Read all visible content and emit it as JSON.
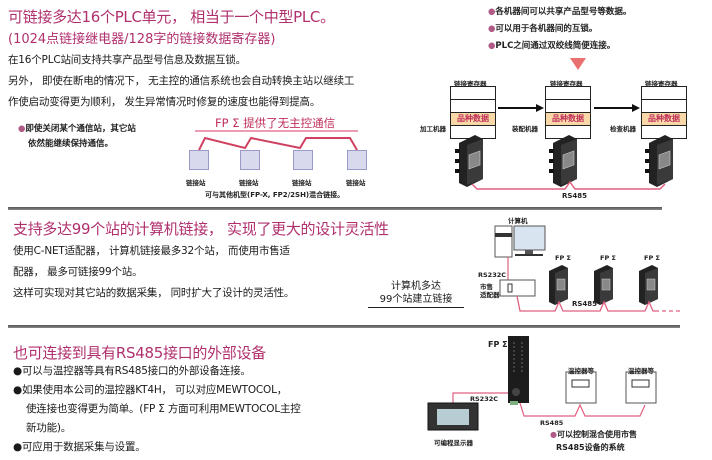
{
  "section1": {
    "title": "可链接多达16个PLC单元， 相当于一个中型PLC。",
    "subtitle": "(1024点链接继电器/128字的链接数据寄存器)",
    "paragraphs": [
      "在16个PLC站间支持共享产品型号信息及数据互锁。",
      "另外， 即使在断电的情况下， 无主控的通信系统也会自动转换主站以继续工",
      "作使启动变得更为顺利， 发生异常情况时修复的速度也能得到提高。"
    ],
    "bullets_right": [
      "各机器间可以共享产品型号等数据。",
      "可以用于各机器间的互锁。",
      "PLC之间通过双绞线简便连接。"
    ],
    "note_lines": [
      "即使关闭某个通信站，其它站",
      "依然能继续保持通信。"
    ],
    "diagram_title": "FP Σ 提供了无主控通信",
    "stations": [
      "链接站",
      "链接站",
      "链接站",
      "链接站"
    ],
    "mix_note": "可与其他机型(FP-X, FP2/2SH)混合链接。",
    "register_label": "链接寄存器",
    "register_data": "品种数据",
    "machines": [
      "加工机器",
      "装配机器",
      "检查机器"
    ],
    "bus_label": "RS485"
  },
  "section2": {
    "title": "支持多达99个站的计算机链接， 实现了更大的设计灵活性",
    "paragraphs": [
      "使用C-NET适配器， 计算机链接最多32个站， 而使用市售适",
      "配器， 最多可链接99个站。",
      "这样可实现对其它站的数据采集， 同时扩大了设计的灵活性。"
    ],
    "callout": [
      "计算机多达",
      "99个站建立链接"
    ],
    "computer_label": "计算机",
    "rs232c_label": "RS232C",
    "adapter_label": [
      "市售",
      "适配器"
    ],
    "plc_labels": [
      "FP Σ",
      "FP Σ",
      "FP Σ"
    ],
    "bus_label": "RS485"
  },
  "section3": {
    "title": "也可连接到具有RS485接口的外部设备",
    "bullets": [
      {
        "lines": [
          "可以与温控器等具有RS485接口的外部设备连接。"
        ]
      },
      {
        "lines": [
          "如果使用本公司的温控器KT4H， 可以对应MEWTOCOL，",
          "使连接也变得更为简单。(FP Σ 方面可利用MEWTOCOL主控",
          "新功能)。"
        ]
      },
      {
        "lines": [
          "可应用于数据采集与设置。"
        ]
      }
    ],
    "plc_label": "FP Σ",
    "rs232c_label": "RS232C",
    "rs485_label": "RS485",
    "display_label": "可编程显示器",
    "controller_labels": [
      "温控器等",
      "温控器等"
    ],
    "note_lines": [
      "可以控制混合使用市售",
      "RS485设备的系统"
    ]
  },
  "colors": {
    "heading": "#b0306e",
    "cable": "#e06080",
    "arrow_marker": "#e87070",
    "highlight_fill": "#f9d8a8",
    "station_fill": "#d9d9ee"
  }
}
